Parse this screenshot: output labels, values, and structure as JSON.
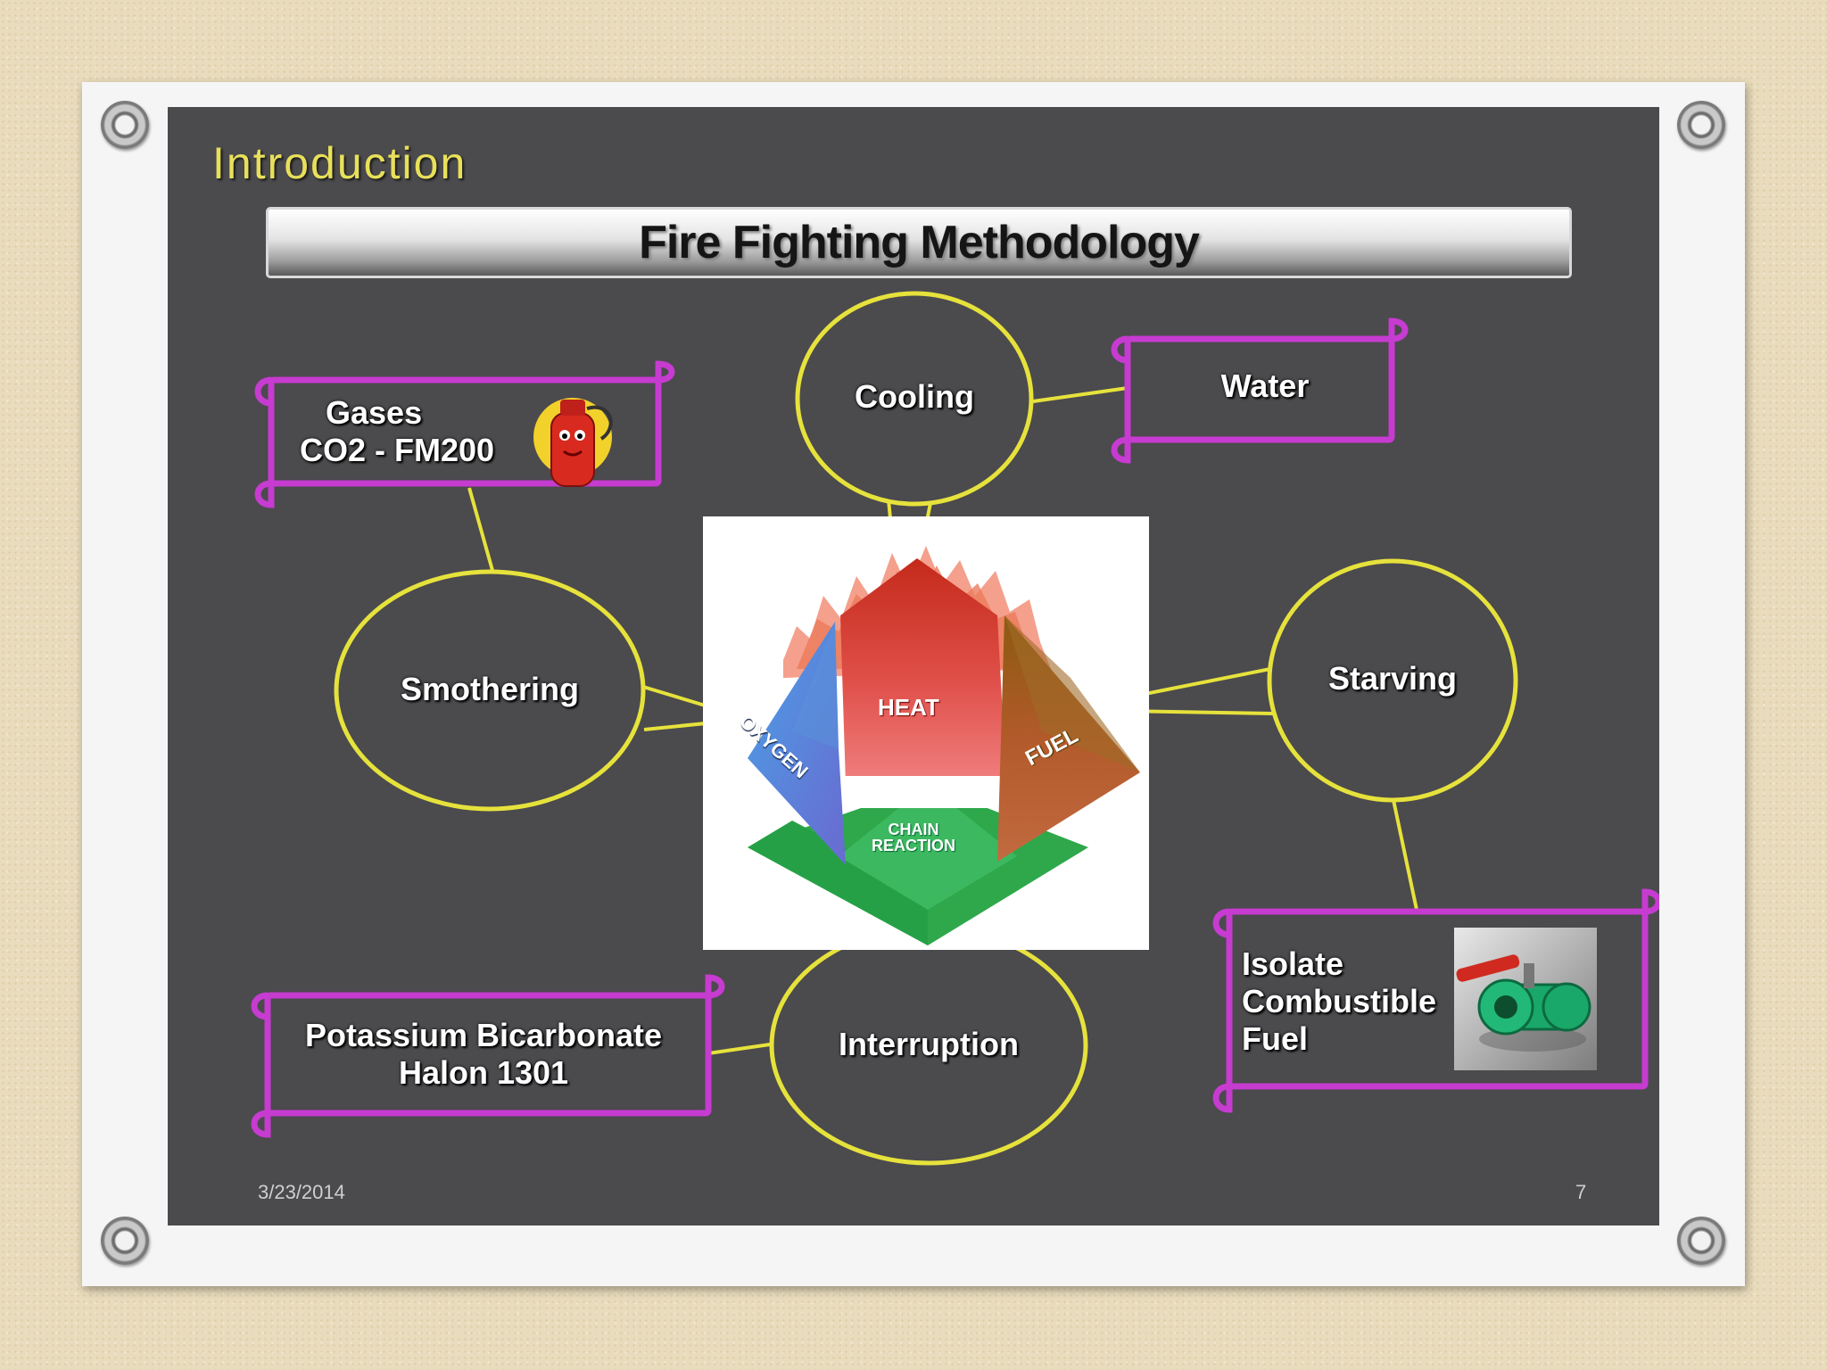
{
  "slide": {
    "section_title": "Introduction",
    "title": "Fire Fighting Methodology",
    "date": "3/23/2014",
    "page_number": "7"
  },
  "methods": {
    "cooling": "Cooling",
    "smothering": "Smothering",
    "starving": "Starving",
    "interruption": "Interruption"
  },
  "agents": {
    "water": "Water",
    "gases_line1": "Gases",
    "gases_line2": "CO2 - FM200",
    "potassium_line1": "Potassium Bicarbonate",
    "potassium_line2": "Halon 1301",
    "isolate_line1": "Isolate",
    "isolate_line2": "Combustible",
    "isolate_line3": "Fuel"
  },
  "tetrahedron": {
    "heat": "HEAT",
    "oxygen": "OXYGEN",
    "fuel": "FUEL",
    "chain_line1": "CHAIN",
    "chain_line2": "REACTION"
  },
  "colors": {
    "slide_bg": "#4b4a4d",
    "bubble_outline": "#e6e23c",
    "scroll_outline": "#c63bd0",
    "section_title": "#e8e05a"
  }
}
